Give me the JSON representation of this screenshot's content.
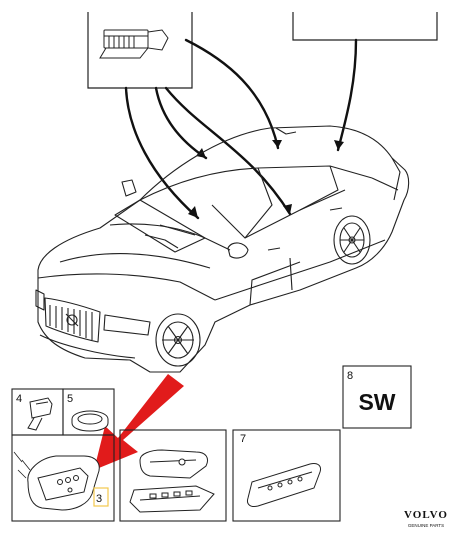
{
  "parts": [
    {
      "number": "4"
    },
    {
      "number": "5"
    },
    {
      "number": "3"
    },
    {
      "number": "7"
    },
    {
      "number": "8",
      "code": "SW"
    }
  ],
  "brand": {
    "name": "VOLVO",
    "tagline": "GENUINE PARTS"
  },
  "colors": {
    "line": "#1a1a1a",
    "arrow": "#e11b1b",
    "highlight": "#f2c94c"
  }
}
